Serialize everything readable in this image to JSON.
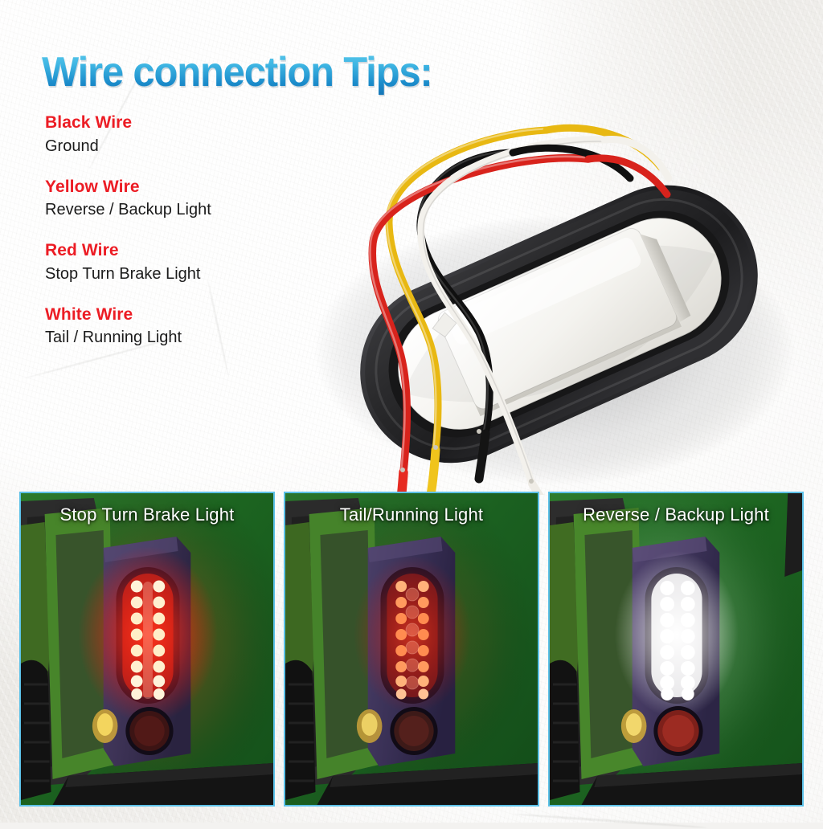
{
  "header": {
    "title": "Wire connection Tips:",
    "title_color": "#2aa3d8"
  },
  "legend": {
    "accent_color": "#ec1c24",
    "text_color": "#1b1b1b",
    "wires": [
      {
        "name": "Black Wire",
        "function": "Ground",
        "color": "#141414"
      },
      {
        "name": "Yellow Wire",
        "function": "Reverse / Backup Light",
        "color": "#f2c21c"
      },
      {
        "name": "Red Wire",
        "function": "Stop Turn Brake Light",
        "color": "#e02a22"
      },
      {
        "name": "White Wire",
        "function": "Tail / Running Light",
        "color": "#f4f2ee"
      }
    ]
  },
  "product": {
    "name": "led-tail-light-module",
    "bezel_color": "#2a2a2c",
    "housing_color": "#f2f1ee",
    "wire_colors": [
      "#f2c21c",
      "#e02a22",
      "#141414",
      "#f4f2ee"
    ]
  },
  "panels": {
    "border_color": "#5cc1e8",
    "items": [
      {
        "caption": "Stop Turn Brake Light",
        "mode": "brake",
        "led_color": "#ff2a1c",
        "led_core": "#fff0d8",
        "glow_color": "#ff2418",
        "glow_strength": 1.0,
        "reflector_color": "#3a1414",
        "marker_color": "#f0c23a",
        "led_rows": 8,
        "led_cols": 2
      },
      {
        "caption": "Tail/Running Light",
        "mode": "tail",
        "led_color": "#ff4a22",
        "led_core": "#ffd9a0",
        "glow_color": "#e8301c",
        "glow_strength": 0.62,
        "reflector_color": "#3b1a18",
        "marker_color": "#e8c060",
        "led_rows": 8,
        "led_cols": 2
      },
      {
        "caption": "Reverse / Backup Light",
        "mode": "reverse",
        "led_color": "#ffffff",
        "led_core": "#ffffff",
        "glow_color": "#ffffff",
        "glow_strength": 1.0,
        "reflector_color": "#7d201a",
        "marker_color": "#efd36a",
        "led_rows": 8,
        "led_cols": 2
      }
    ]
  },
  "scene": {
    "wall_color": "#1e6b22",
    "body_color": "#4e8f2a",
    "housing_color": "#3b3050",
    "tire_color": "#131313"
  }
}
